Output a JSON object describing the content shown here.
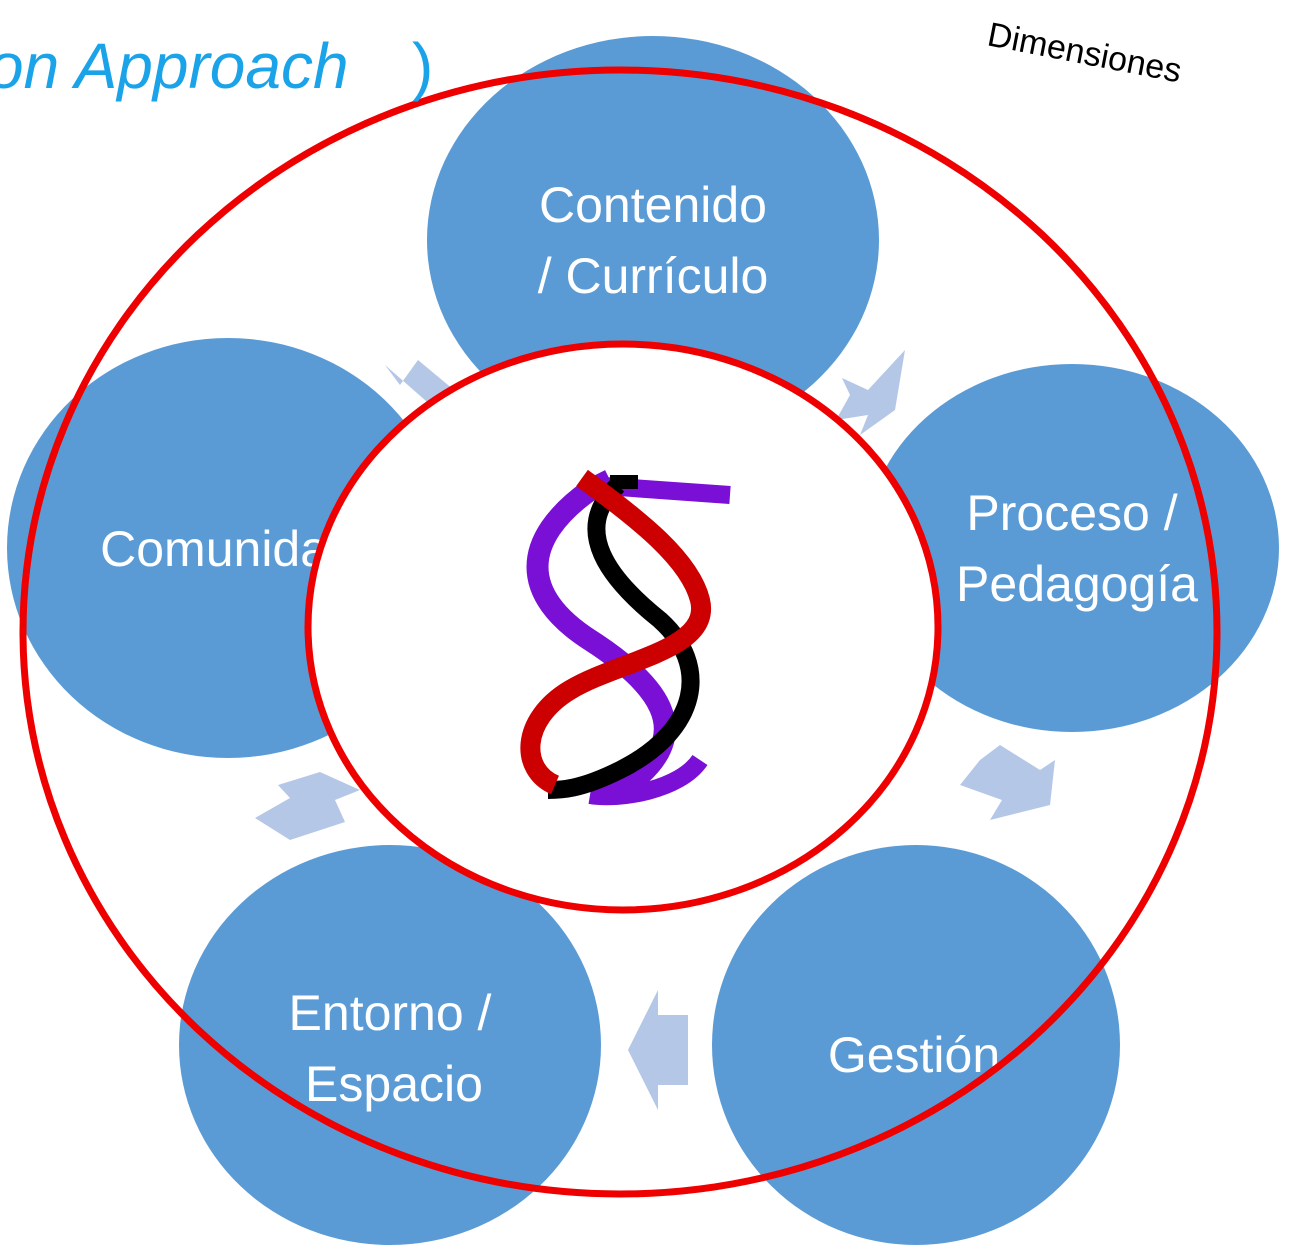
{
  "title": {
    "main": "on Approach",
    "close_paren": ")"
  },
  "dimensions_label": "Dimensiones",
  "colors": {
    "node_fill": "#5b9bd5",
    "arrow_fill": "#b4c7e7",
    "ring_stroke": "#ee0000",
    "title": "#1aa3e8",
    "helix_purple": "#7a0fd6",
    "helix_red": "#cc0000",
    "helix_black": "#000000"
  },
  "nodes": [
    {
      "lines": [
        "Contenido",
        "/ Currículo"
      ]
    },
    {
      "lines": [
        "Proceso /",
        "Pedagogía"
      ]
    },
    {
      "lines": [
        "Gestión"
      ]
    },
    {
      "lines": [
        "Entorno /",
        "Espacio"
      ]
    },
    {
      "lines": [
        "Comunidad"
      ]
    }
  ],
  "center_icon": "dna-double-helix-icon",
  "flow": "clockwise"
}
